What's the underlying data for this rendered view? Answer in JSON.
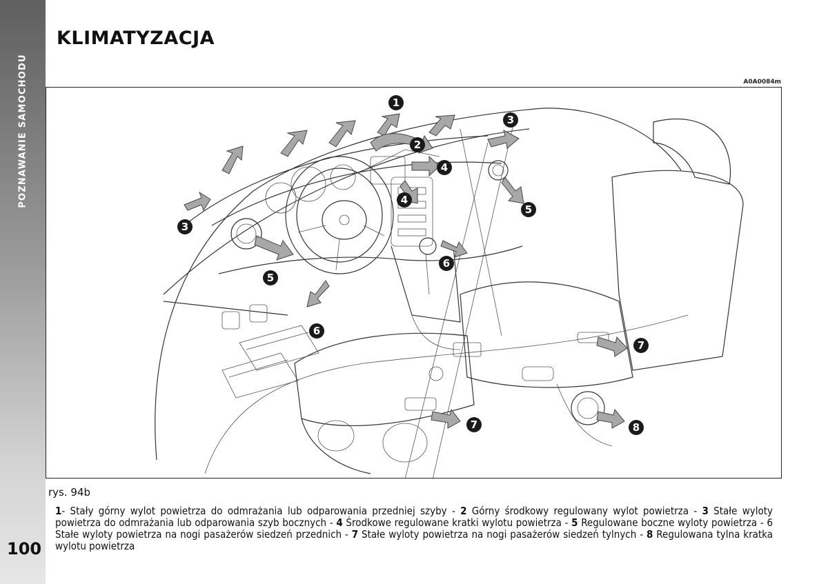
{
  "side_tab": {
    "label": "POZNAWANIE SAMOCHODU"
  },
  "page": {
    "number": "100",
    "title": "KLIMATYZACJA"
  },
  "figure": {
    "code": "A0A0084m",
    "caption": "rys. 94b",
    "callouts": [
      "1",
      "2",
      "3",
      "3",
      "4",
      "4",
      "5",
      "5",
      "6",
      "6",
      "7",
      "7",
      "8"
    ]
  },
  "legend": [
    {
      "num": "1",
      "text": "- Stały górny wylot powietrza do odmrażania lub odparowania przedniej szyby - "
    },
    {
      "num": "2",
      "text": " Górny środkowy regulowany wylot powietrza - "
    },
    {
      "num": "3",
      "text": " Stałe wyloty powietrza do odmrażania lub odparowania szyb bocznych - "
    },
    {
      "num": "4",
      "text": " Środkowe regulowane kratki wylotu powietrza - "
    },
    {
      "num": "5",
      "text": " Regulowane boczne wyloty powietrza - 6 Stałe wyloty powietrza na nogi pasażerów siedzeń przednich - "
    },
    {
      "num": "7",
      "text": " Stałe wyloty powietrza na nogi pasażerów siedzeń tylnych - "
    },
    {
      "num": "8",
      "text": " Regulowana tylna kratka wylotu powietrza"
    }
  ]
}
